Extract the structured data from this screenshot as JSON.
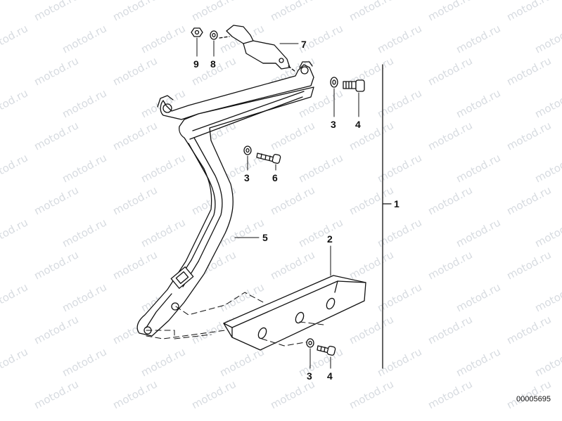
{
  "watermark": {
    "text": "motod.ru"
  },
  "callouts": {
    "c1": "1",
    "c2": "2",
    "c3a": "3",
    "c3b": "3",
    "c3c": "3",
    "c4a": "4",
    "c4b": "4",
    "c5": "5",
    "c6": "6",
    "c7": "7",
    "c8": "8",
    "c9": "9"
  },
  "diagram_code": "00005695",
  "colors": {
    "line": "#111111",
    "watermark": "#d7dbe0",
    "background": "#ffffff"
  }
}
